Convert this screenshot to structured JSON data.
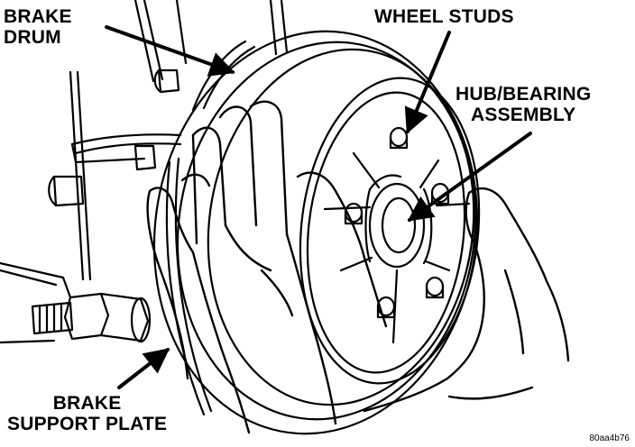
{
  "labels": {
    "brake_drum": [
      "BRAKE",
      "DRUM"
    ],
    "wheel_studs": "WHEEL STUDS",
    "hub_bearing": [
      "HUB/BEARING",
      "ASSEMBLY"
    ],
    "support_plate": [
      "BRAKE",
      "SUPPORT PLATE"
    ]
  },
  "catalog_number": "80aa4b76",
  "colors": {
    "line": "#000000",
    "background": "#ffffff"
  }
}
